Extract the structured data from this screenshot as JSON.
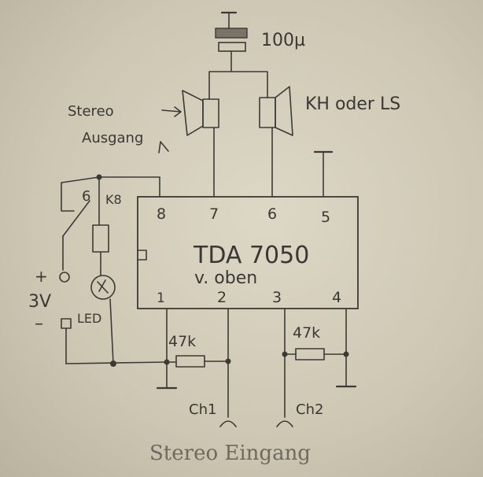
{
  "chip": {
    "name": "TDA 7050",
    "subtitle": "v. oben",
    "pins_top": [
      "8",
      "7",
      "6",
      "5"
    ],
    "pins_bottom": [
      "1",
      "2",
      "3",
      "4"
    ]
  },
  "capacitor_label": "100µ",
  "speaker_labels": {
    "left": "Stereo\nAusgang",
    "right": "KH oder LS"
  },
  "switch_labels": {
    "pin": "6",
    "resistor": "K8"
  },
  "battery": {
    "plus": "+",
    "voltage": "3V",
    "minus": "–"
  },
  "led_label": "LED",
  "resistors": [
    {
      "value": "47k",
      "channel": "Ch1"
    },
    {
      "value": "47k",
      "channel": "Ch2"
    }
  ],
  "footer": "Stereo Eingang"
}
